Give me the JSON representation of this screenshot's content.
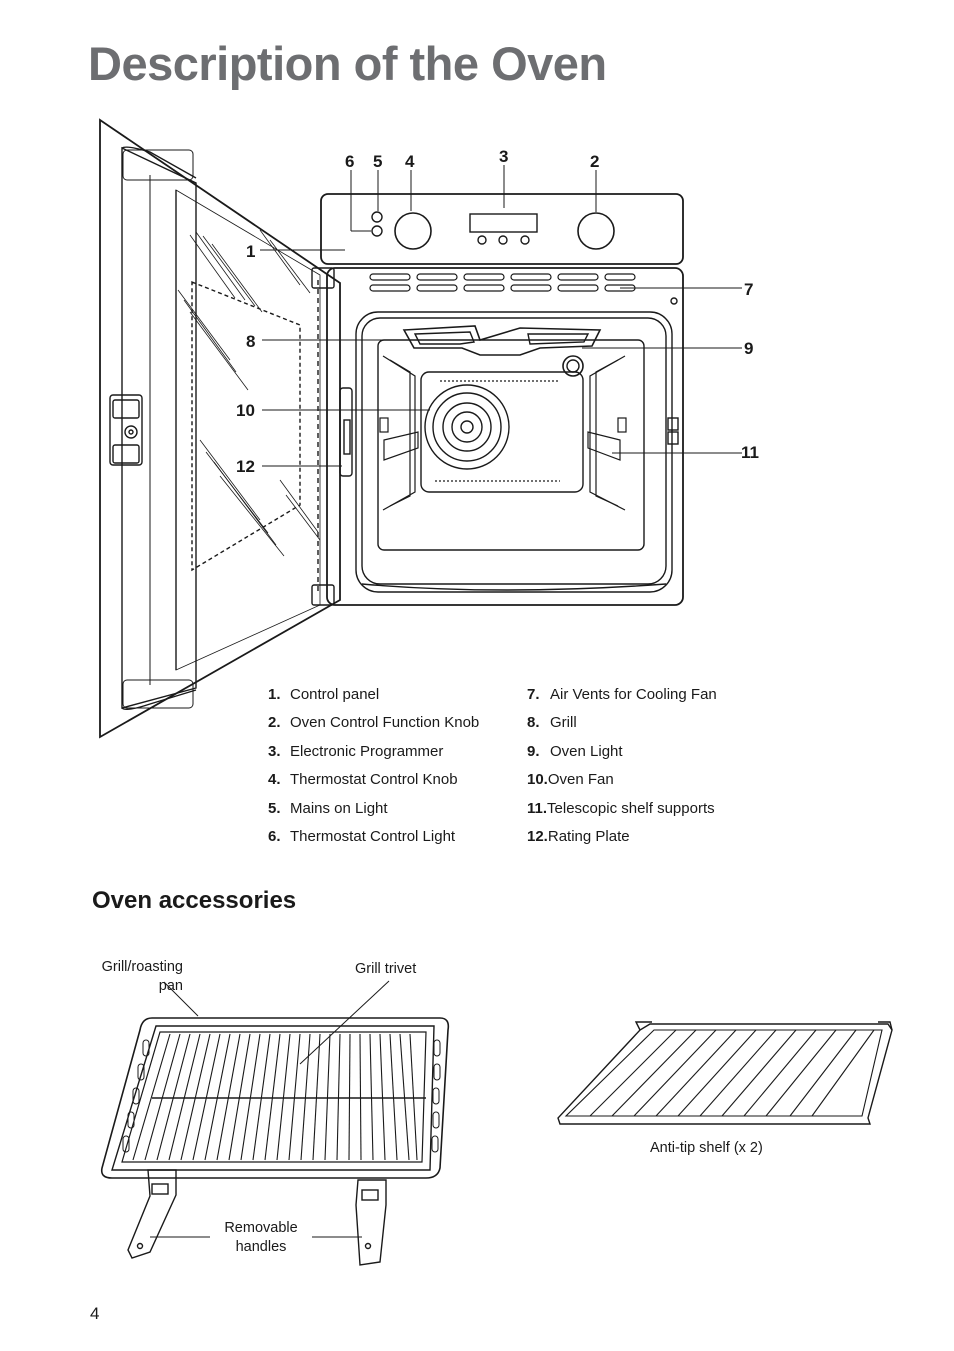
{
  "page": {
    "title": "Description of the Oven",
    "page_number": "4"
  },
  "callouts": [
    "1",
    "2",
    "3",
    "4",
    "5",
    "6",
    "7",
    "8",
    "9",
    "10",
    "11",
    "12"
  ],
  "parts_left": [
    {
      "num": "1.",
      "label": "Control panel"
    },
    {
      "num": "2.",
      "label": "Oven Control Function Knob"
    },
    {
      "num": "3.",
      "label": "Electronic Programmer"
    },
    {
      "num": "4.",
      "label": "Thermostat Control Knob"
    },
    {
      "num": "5.",
      "label": "Mains on Light"
    },
    {
      "num": "6.",
      "label": "Thermostat Control Light"
    }
  ],
  "parts_right": [
    {
      "num": "7.",
      "label": "Air Vents for Cooling Fan"
    },
    {
      "num": "8.",
      "label": "Grill"
    },
    {
      "num": "9.",
      "label": "Oven Light"
    },
    {
      "num": "10.",
      "label": "Oven Fan"
    },
    {
      "num": "11.",
      "label": "Telescopic shelf supports"
    },
    {
      "num": "12.",
      "label": "Rating Plate"
    }
  ],
  "accessories": {
    "heading": "Oven accessories",
    "pan_label_line1": "Grill/roasting",
    "pan_label_line2": "pan",
    "trivet_label": "Grill trivet",
    "handles_label_line1": "Removable",
    "handles_label_line2": "handles",
    "shelf_label": "Anti-tip shelf (x 2)"
  }
}
